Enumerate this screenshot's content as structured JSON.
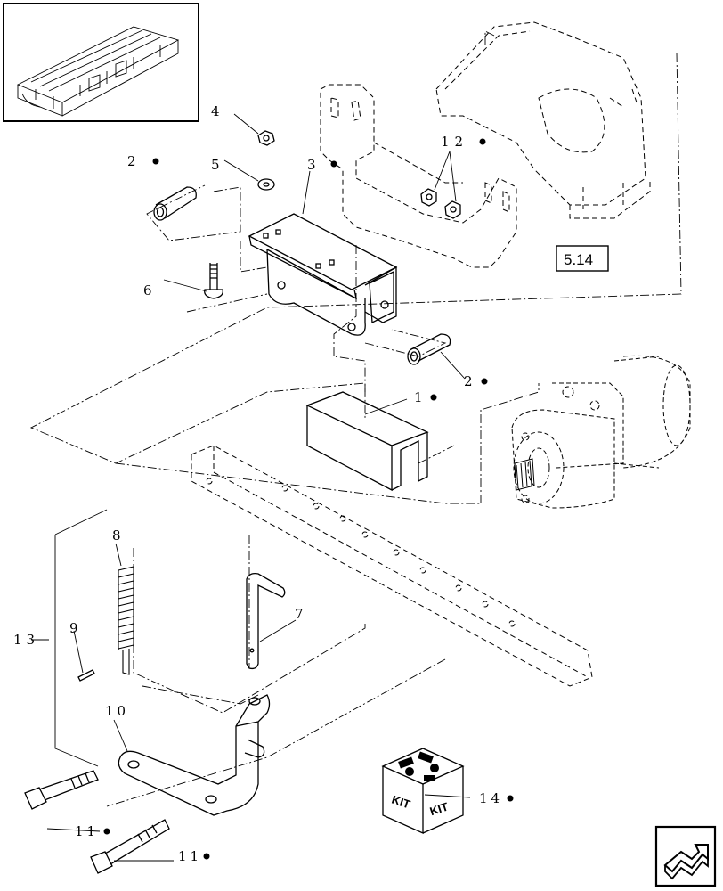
{
  "callouts": {
    "c1": "1",
    "c2a": "2",
    "c2b": "2",
    "c3": "3",
    "c4": "4",
    "c5": "5",
    "c6": "6",
    "c7": "7",
    "c8": "8",
    "c9": "9",
    "c10": "10",
    "c11a": "11",
    "c11b": "11",
    "c12": "12",
    "c13": "13",
    "c14": "14"
  },
  "reference_box": "5.14",
  "kit_labels": [
    "KIT",
    "KIT"
  ],
  "icons": [
    "thumbnail-header-image",
    "kit-box-icon",
    "next-page-arrow-icon"
  ]
}
